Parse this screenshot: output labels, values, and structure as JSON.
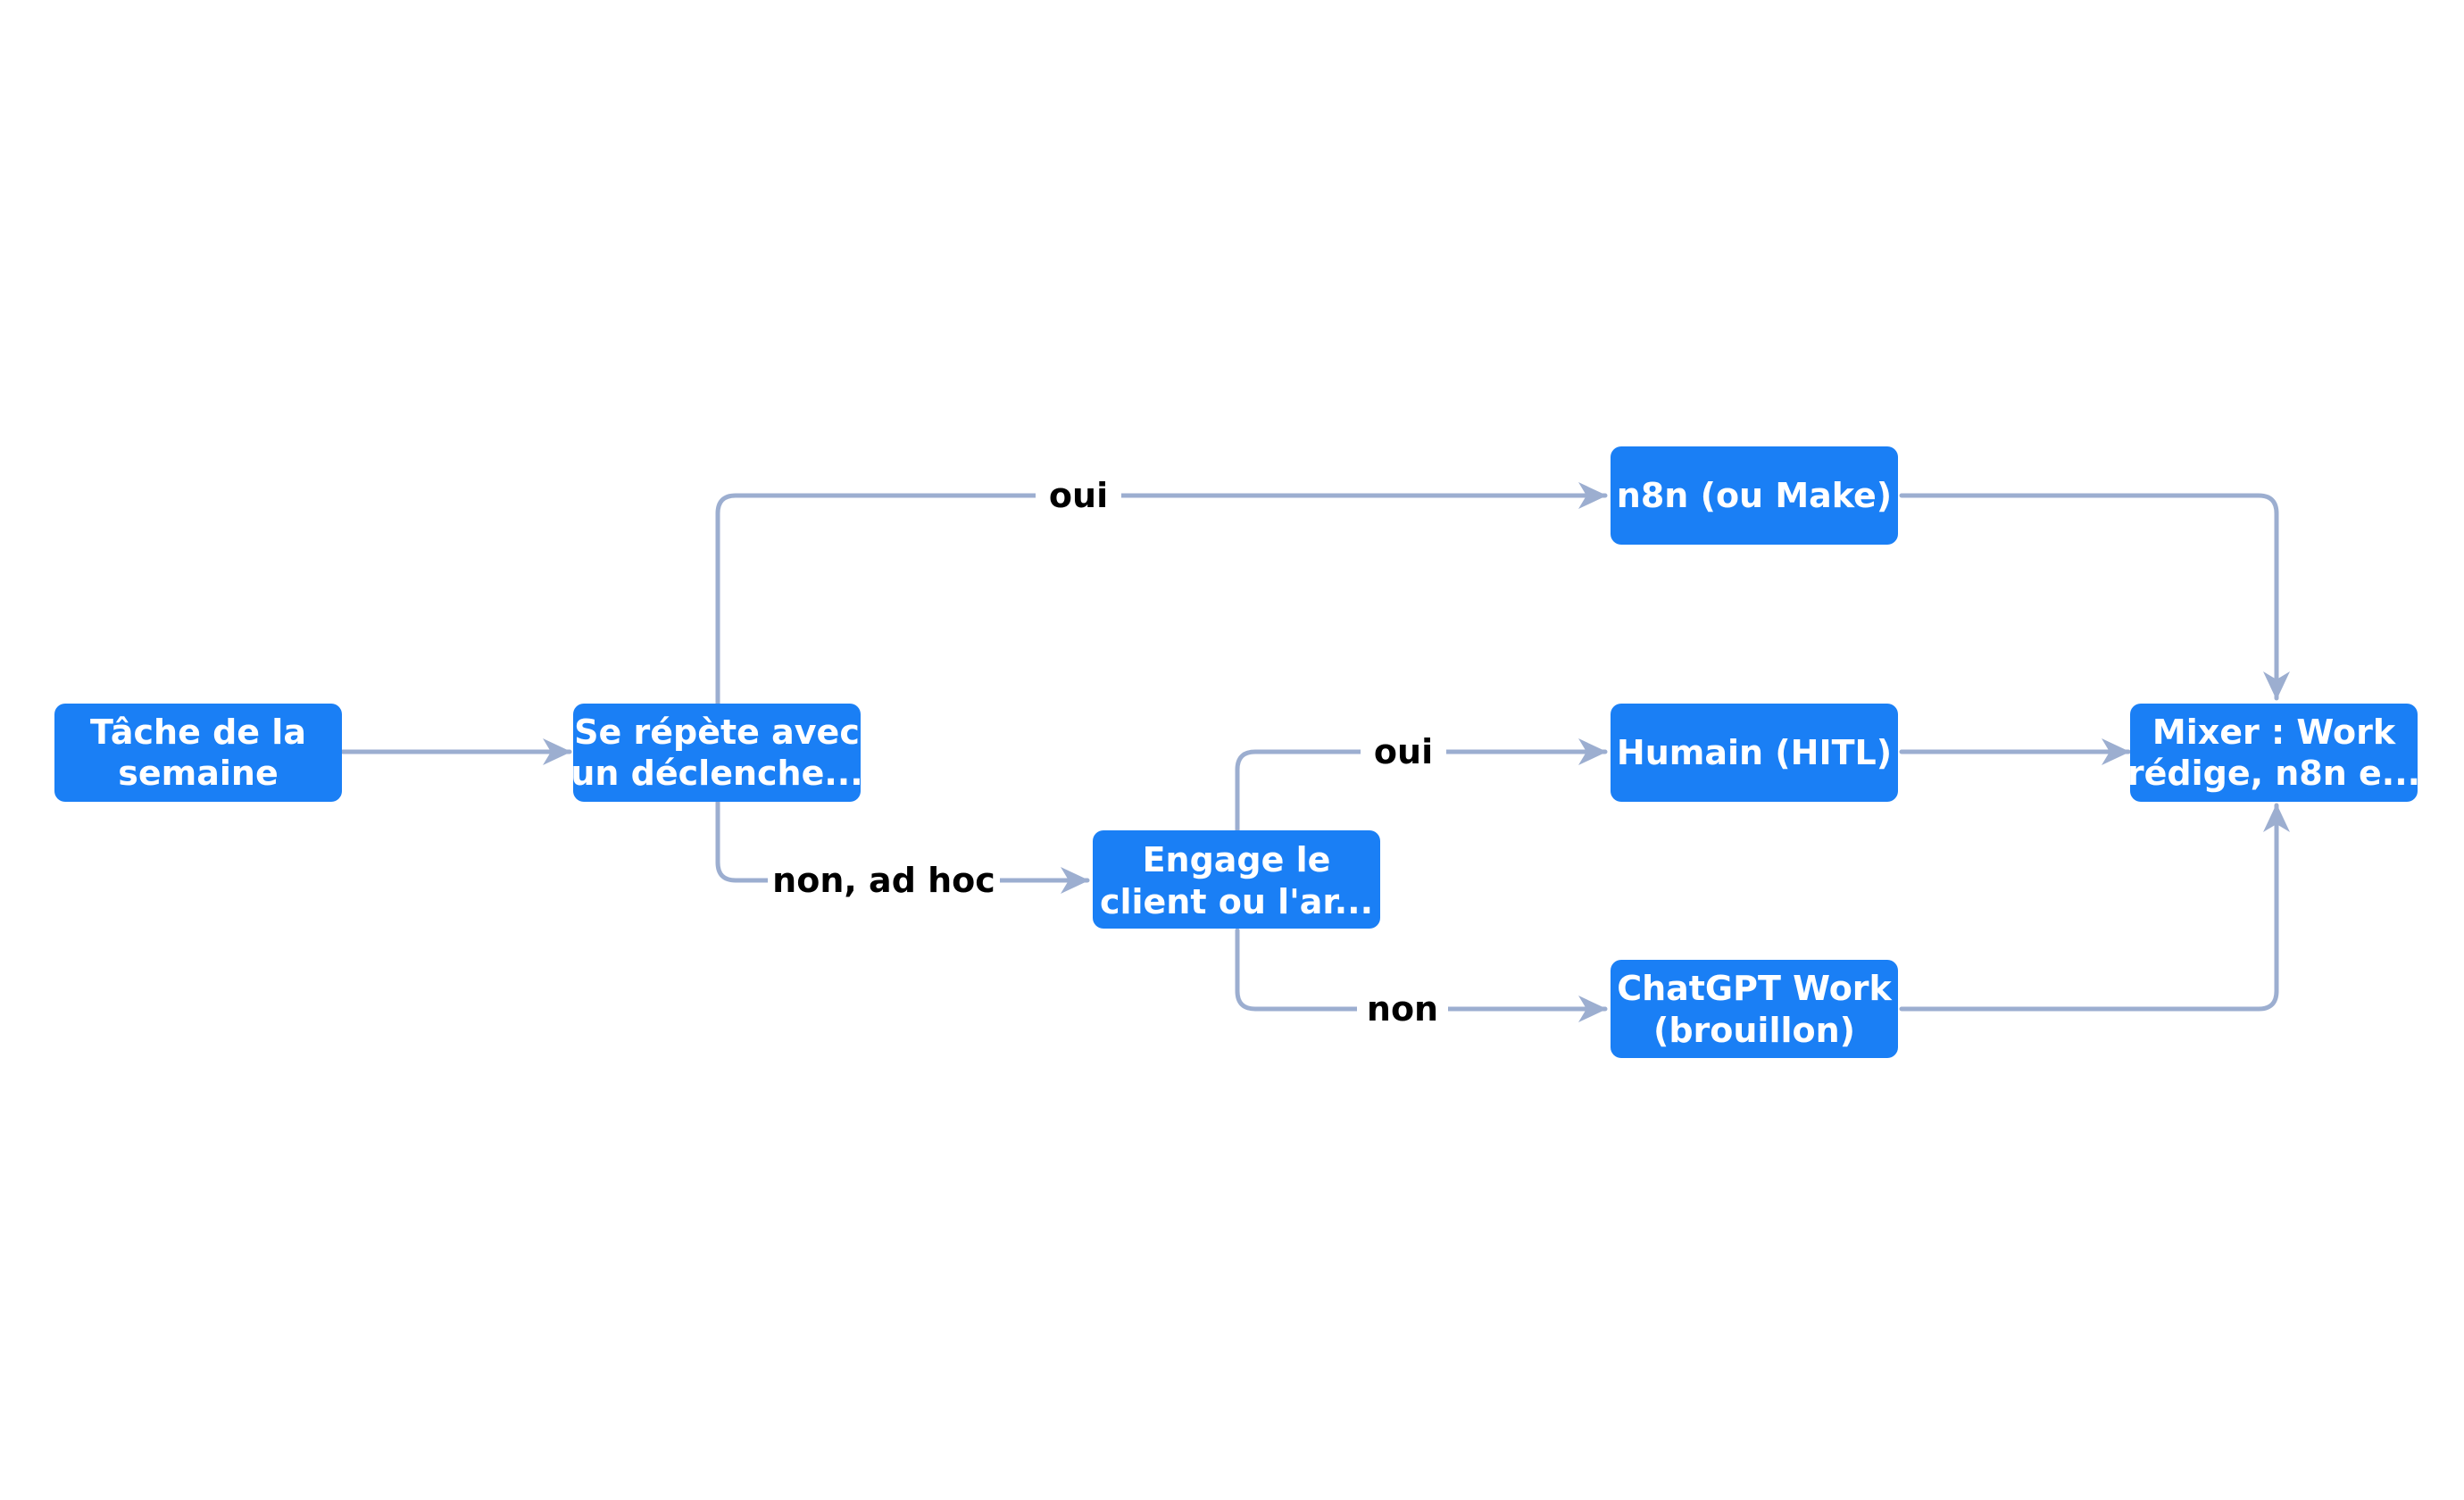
{
  "colors": {
    "node_fill": "#1a7ff5",
    "node_text": "#ffffff",
    "edge": "#9caed0",
    "label_text": "#000000"
  },
  "nodes": {
    "tache": {
      "line1": "Tâche de la",
      "line2": "semaine"
    },
    "repete": {
      "line1": "Se répète avec",
      "line2": "un déclenche..."
    },
    "n8n": {
      "line1": "n8n (ou Make)"
    },
    "engage": {
      "line1": "Engage le",
      "line2": "client ou l'ar..."
    },
    "humain": {
      "line1": "Humain (HITL)"
    },
    "chatgpt": {
      "line1": "ChatGPT Work",
      "line2": "(brouillon)"
    },
    "mixer": {
      "line1": "Mixer : Work",
      "line2": "rédige, n8n e..."
    }
  },
  "edges": {
    "repete_oui": "oui",
    "repete_non": "non, ad hoc",
    "engage_oui": "oui",
    "engage_non": "non"
  }
}
